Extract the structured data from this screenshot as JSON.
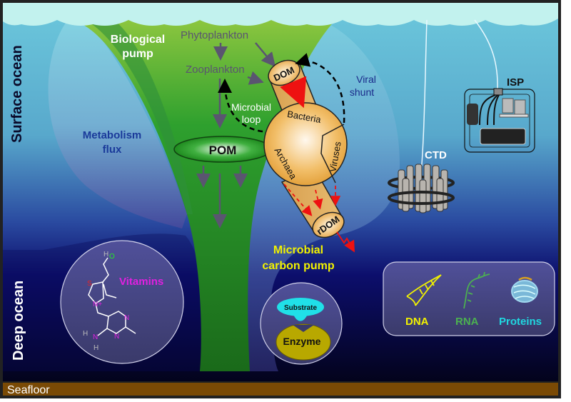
{
  "zones": {
    "surface": "Surface ocean",
    "deep": "Deep ocean",
    "seafloor": "Seafloor"
  },
  "processes": {
    "biological_pump": [
      "Biological",
      "pump"
    ],
    "metabolism_flux": [
      "Metabolism",
      "flux"
    ],
    "microbial_loop": [
      "Microbial",
      "loop"
    ],
    "viral_shunt": [
      "Viral",
      "shunt"
    ],
    "microbial_carbon_pump": [
      "Microbial",
      "carbon pump"
    ]
  },
  "organisms": {
    "phytoplankton": "Phytoplankton",
    "zooplankton": "Zooplankton",
    "bacteria": "Bacteria",
    "archaea": "Archaea",
    "viruses": "Viruses"
  },
  "pools": {
    "pom": "POM",
    "dom": "DOM",
    "rdom": "rDOM"
  },
  "instruments": {
    "isp": "ISP",
    "ctd": "CTD"
  },
  "insets": {
    "vitamins": {
      "label": "Vitamins",
      "atoms": {
        "s": "S",
        "n_plus": "N+",
        "n1": "N",
        "n2": "N",
        "n3": "N",
        "o": "O",
        "h1": "H",
        "h2": "H",
        "h3": "H"
      }
    },
    "enzyme": {
      "substrate": "Substrate",
      "enzyme": "Enzyme"
    },
    "molecules": {
      "dna": "DNA",
      "rna": "RNA",
      "proteins": "Proteins"
    }
  },
  "colors": {
    "surface_water": "#5fbfd6",
    "deep_water": "#05052a",
    "foam": "#c2f2ee",
    "pump_green": "#2a9a2a",
    "pump_light": "#8cc63f",
    "seafloor": "#7a4a05",
    "dom_tan": "#e8b05a",
    "yellow_label": "#f2f200",
    "magenta_label": "#e020e0",
    "rna_green": "#4cb050",
    "protein_cyan": "#20d8e0",
    "arrow_gray": "#5a5570",
    "red_arrow": "#ee1111"
  }
}
